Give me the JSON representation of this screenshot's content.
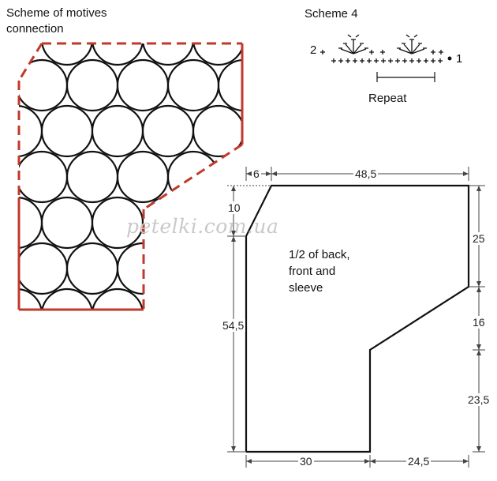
{
  "labels": {
    "scheme_motives_line1": "Scheme of motives",
    "scheme_motives_line2": "connection",
    "scheme4": "Scheme 4",
    "repeat": "Repeat",
    "part_line1": "1/2 of back,",
    "part_line2": "front and",
    "part_line3": "sleeve",
    "row_2": "2",
    "row_1": "1",
    "watermark": "petelki.com.ua"
  },
  "dimensions": {
    "top_small": "6",
    "top_wide": "48,5",
    "left_top": "10",
    "left_long": "54,5",
    "right_top": "25",
    "right_mid": "16",
    "right_bottom": "23,5",
    "bottom_left": "30",
    "bottom_right": "24,5"
  },
  "colors": {
    "outline_red": "#c0392b",
    "line_black": "#111111"
  }
}
